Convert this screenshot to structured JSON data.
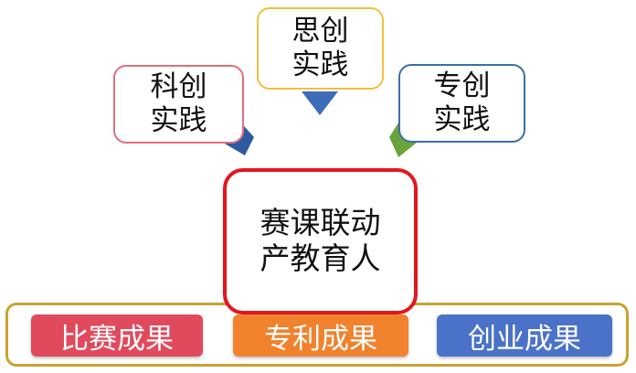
{
  "nodes": {
    "keji": "科创\n实践",
    "sichuang": "思创\n实践",
    "zhuanchuang": "专创\n实践",
    "center": "赛课联动\n产教育人"
  },
  "outcomes": [
    "比赛成果",
    "专利成果",
    "创业成果"
  ],
  "colors": {
    "keji_border": "#e0707c",
    "sichuang_border": "#f0c040",
    "zhuanchuang_border": "#3b6fa8",
    "center_border": "#e3171f",
    "bar_border": "#c9a230",
    "outcome_1": "#e04a5c",
    "outcome_2": "#f0822e",
    "outcome_3": "#4a72c8",
    "arrow_left": "#2f5aa0",
    "arrow_top": "#3d6cb8",
    "arrow_right": "#6aa33c"
  }
}
